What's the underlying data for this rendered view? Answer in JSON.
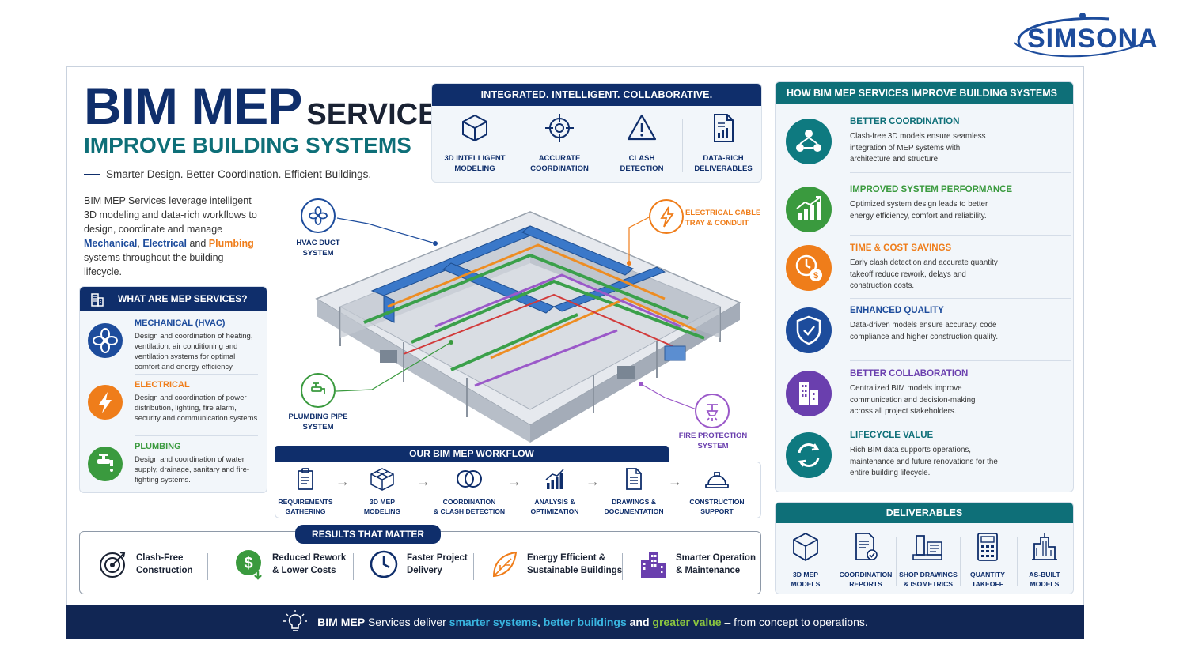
{
  "logo": {
    "text": "SIMSONA"
  },
  "hero": {
    "title_main": "BIM MEP",
    "title_services": "SERVICES",
    "title_sub": "IMPROVE BUILDING SYSTEMS",
    "tagline": "Smarter Design. Better Coordination. Efficient Buildings.",
    "intro_1": "BIM MEP Services leverage intelligent 3D modeling and data-rich workflows to design, coordinate and manage",
    "intro_mech": "Mechanical",
    "intro_comma": ",",
    "intro_elec": "Electrical",
    "intro_and": "and",
    "intro_plumb": "Plumbing",
    "intro_2": "systems throughout the building lifecycle."
  },
  "mep_services": {
    "heading": "WHAT ARE MEP SERVICES?",
    "items": [
      {
        "title": "MECHANICAL (HVAC)",
        "desc": "Design and coordination of heating, ventilation, air conditioning and ventilation systems for optimal comfort and energy efficiency.",
        "icon": "fan-icon",
        "color": "#1d4c9c"
      },
      {
        "title": "ELECTRICAL",
        "desc": "Design and coordination of power distribution, lighting, fire alarm, security and communication systems.",
        "icon": "lightning-icon",
        "color": "#ef7d1a"
      },
      {
        "title": "PLUMBING",
        "desc": "Design and coordination of water supply, drainage, sanitary and fire-fighting systems.",
        "icon": "faucet-icon",
        "color": "#3a9a3e"
      }
    ]
  },
  "integrated": {
    "heading": "INTEGRATED. INTELLIGENT. COLLABORATIVE.",
    "items": [
      {
        "label_1": "3D INTELLIGENT",
        "label_2": "MODELING",
        "icon": "cube-icon"
      },
      {
        "label_1": "ACCURATE",
        "label_2": "COORDINATION",
        "icon": "target-icon"
      },
      {
        "label_1": "CLASH",
        "label_2": "DETECTION",
        "icon": "warning-icon"
      },
      {
        "label_1": "DATA-RICH",
        "label_2": "DELIVERABLES",
        "icon": "document-chart-icon"
      }
    ]
  },
  "callouts": {
    "hvac_1": "HVAC DUCT",
    "hvac_2": "SYSTEM",
    "elec_1": "ELECTRICAL CABLE",
    "elec_2": "TRAY & CONDUIT",
    "plumb_1": "PLUMBING PIPE",
    "plumb_2": "SYSTEM",
    "fire_1": "FIRE PROTECTION",
    "fire_2": "SYSTEM"
  },
  "benefits": {
    "heading": "HOW BIM MEP SERVICES IMPROVE BUILDING SYSTEMS",
    "items": [
      {
        "title": "BETTER COORDINATION",
        "desc": "Clash-free 3D models ensure seamless integration of MEP systems with architecture and structure.",
        "color": "#0e7a80",
        "icon": "network-icon"
      },
      {
        "title": "IMPROVED SYSTEM PERFORMANCE",
        "desc": "Optimized system design leads to better energy efficiency, comfort and reliability.",
        "color": "#3a9a3e",
        "icon": "growth-chart-icon"
      },
      {
        "title": "TIME & COST SAVINGS",
        "desc": "Early clash detection and accurate quantity takeoff reduce rework, delays and construction costs.",
        "color": "#ef7d1a",
        "icon": "clock-dollar-icon"
      },
      {
        "title": "ENHANCED QUALITY",
        "desc": "Data-driven models ensure accuracy, code compliance and higher construction quality.",
        "color": "#1d4c9c",
        "icon": "shield-icon"
      },
      {
        "title": "BETTER COLLABORATION",
        "desc": "Centralized BIM models improve communication and decision-making across all project stakeholders.",
        "color": "#6a3fae",
        "icon": "buildings-icon"
      },
      {
        "title": "LIFECYCLE VALUE",
        "desc": "Rich BIM data supports operations, maintenance and future renovations for the entire building lifecycle.",
        "color": "#0e7a80",
        "icon": "cycle-icon"
      }
    ]
  },
  "workflow": {
    "heading": "OUR BIM MEP WORKFLOW",
    "steps": [
      {
        "label_1": "REQUIREMENTS",
        "label_2": "GATHERING",
        "icon": "clipboard-icon"
      },
      {
        "label_1": "3D MEP",
        "label_2": "MODELING",
        "icon": "wireframe-cube-icon"
      },
      {
        "label_1": "COORDINATION",
        "label_2": "& CLASH DETECTION",
        "icon": "overlap-rings-icon"
      },
      {
        "label_1": "ANALYSIS &",
        "label_2": "OPTIMIZATION",
        "icon": "bar-chart-icon"
      },
      {
        "label_1": "DRAWINGS &",
        "label_2": "DOCUMENTATION",
        "icon": "document-icon"
      },
      {
        "label_1": "CONSTRUCTION",
        "label_2": "SUPPORT",
        "icon": "hardhat-icon"
      }
    ]
  },
  "results": {
    "heading": "RESULTS THAT MATTER",
    "items": [
      {
        "label_1": "Clash-Free",
        "label_2": "Construction",
        "icon": "bullseye-icon"
      },
      {
        "label_1": "Reduced Rework",
        "label_2": "& Lower Costs",
        "icon": "dollar-icon"
      },
      {
        "label_1": "Faster Project",
        "label_2": "Delivery",
        "icon": "clock-icon"
      },
      {
        "label_1": "Energy Efficient &",
        "label_2": "Sustainable Buildings",
        "icon": "leaf-icon"
      },
      {
        "label_1": "Smarter Operation",
        "label_2": "& Maintenance",
        "icon": "city-icon"
      }
    ]
  },
  "deliverables": {
    "heading": "DELIVERABLES",
    "items": [
      {
        "label_1": "3D MEP",
        "label_2": "MODELS",
        "icon": "cube-icon"
      },
      {
        "label_1": "COORDINATION",
        "label_2": "REPORTS",
        "icon": "report-check-icon"
      },
      {
        "label_1": "SHOP DRAWINGS",
        "label_2": "& ISOMETRICS",
        "icon": "pipe-drawing-icon"
      },
      {
        "label_1": "QUANTITY",
        "label_2": "TAKEOFF",
        "icon": "calculator-icon"
      },
      {
        "label_1": "AS-BUILT",
        "label_2": "MODELS",
        "icon": "building-icon"
      }
    ]
  },
  "footer": {
    "p1": "BIM MEP",
    "p2": "Services deliver",
    "p3": "smarter systems",
    "p4": ",",
    "p5": "better buildings",
    "p6": "and",
    "p7": "greater value",
    "p8": "– from concept to operations."
  },
  "colors": {
    "navy": "#0f2e6b",
    "teal": "#0e6f78",
    "orange": "#ef7d1a",
    "green": "#3a9a3e",
    "purple": "#6a3fae"
  }
}
